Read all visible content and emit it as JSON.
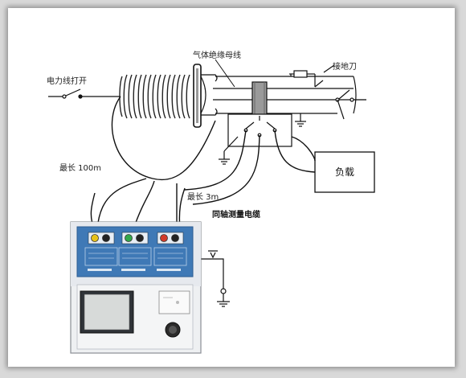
{
  "labels": {
    "gis_busbar": "气体绝缘母线",
    "earthing_switch": "接地刀",
    "power_line_open": "电力线打开",
    "max_length_100m": "最长 100m",
    "max_length_3m": "最长 3m",
    "coax_cable": "同轴测量电缆",
    "load": "负载"
  },
  "colors": {
    "panel_blue": "#3f79b6",
    "panel_outer": "#e6e9ee",
    "jack_yellow": "#e7c21a",
    "jack_green": "#33a84a",
    "jack_red": "#d23a2a",
    "wire": "#111111"
  }
}
